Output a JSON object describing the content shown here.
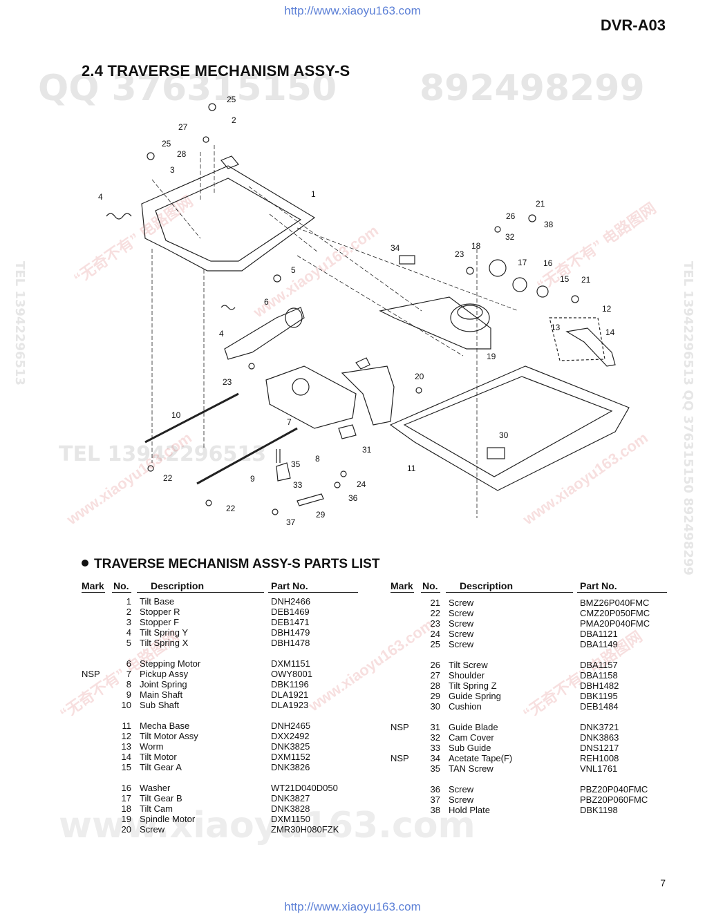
{
  "header": {
    "url_top": "http://www.xiaoyu163.com",
    "model": "DVR-A03",
    "section_title": "2.4 TRAVERSE MECHANISM ASSY-S"
  },
  "watermarks": {
    "qq": "QQ 376315150",
    "qq2": "892498299",
    "tel_mid": "TEL 13942296513",
    "site_big": "www.xiaoyu163.com",
    "side_right": "TEL 13942296513  QQ 376315150  892498299",
    "side_left": "TEL 13942296513",
    "red_tag": "“无奇不有” 电路图网",
    "red_site": "www.xiaoyu163.com"
  },
  "diagram": {
    "callouts": [
      "25",
      "2",
      "27",
      "25",
      "28",
      "3",
      "4",
      "1",
      "21",
      "26",
      "38",
      "32",
      "18",
      "34",
      "23",
      "17",
      "16",
      "15",
      "21",
      "5",
      "12",
      "13",
      "14",
      "6",
      "4",
      "19",
      "23",
      "20",
      "10",
      "7",
      "30",
      "35",
      "8",
      "31",
      "11",
      "22",
      "33",
      "24",
      "9",
      "36",
      "22",
      "29",
      "37"
    ]
  },
  "parts_list": {
    "title": "TRAVERSE MECHANISM ASSY-S PARTS LIST",
    "headers": {
      "mark": "Mark",
      "no": "No.",
      "desc": "Description",
      "part": "Part No."
    },
    "left_groups": [
      [
        {
          "mark": "",
          "no": "1",
          "desc": "Tilt Base",
          "part": "DNH2466"
        },
        {
          "mark": "",
          "no": "2",
          "desc": "Stopper R",
          "part": "DEB1469"
        },
        {
          "mark": "",
          "no": "3",
          "desc": "Stopper F",
          "part": "DEB1471"
        },
        {
          "mark": "",
          "no": "4",
          "desc": "Tilt Spring Y",
          "part": "DBH1479"
        },
        {
          "mark": "",
          "no": "5",
          "desc": "Tilt Spring X",
          "part": "DBH1478"
        }
      ],
      [
        {
          "mark": "",
          "no": "6",
          "desc": "Stepping Motor",
          "part": "DXM1151"
        },
        {
          "mark": "NSP",
          "no": "7",
          "desc": "Pickup Assy",
          "part": "OWY8001"
        },
        {
          "mark": "",
          "no": "8",
          "desc": "Joint Spring",
          "part": "DBK1196"
        },
        {
          "mark": "",
          "no": "9",
          "desc": "Main Shaft",
          "part": "DLA1921"
        },
        {
          "mark": "",
          "no": "10",
          "desc": "Sub Shaft",
          "part": "DLA1923"
        }
      ],
      [
        {
          "mark": "",
          "no": "11",
          "desc": "Mecha Base",
          "part": "DNH2465"
        },
        {
          "mark": "",
          "no": "12",
          "desc": "Tilt Motor Assy",
          "part": "DXX2492"
        },
        {
          "mark": "",
          "no": "13",
          "desc": "Worm",
          "part": "DNK3825"
        },
        {
          "mark": "",
          "no": "14",
          "desc": "Tilt Motor",
          "part": "DXM1152"
        },
        {
          "mark": "",
          "no": "15",
          "desc": "Tilt Gear A",
          "part": "DNK3826"
        }
      ],
      [
        {
          "mark": "",
          "no": "16",
          "desc": "Washer",
          "part": "WT21D040D050"
        },
        {
          "mark": "",
          "no": "17",
          "desc": "Tilt Gear B",
          "part": "DNK3827"
        },
        {
          "mark": "",
          "no": "18",
          "desc": "Tilt Cam",
          "part": "DNK3828"
        },
        {
          "mark": "",
          "no": "19",
          "desc": "Spindle Motor",
          "part": "DXM1150"
        },
        {
          "mark": "",
          "no": "20",
          "desc": "Screw",
          "part": "ZMR30H080FZK"
        }
      ]
    ],
    "right_groups": [
      [
        {
          "mark": "",
          "no": "21",
          "desc": "Screw",
          "part": "BMZ26P040FMC"
        },
        {
          "mark": "",
          "no": "22",
          "desc": "Screw",
          "part": "CMZ20P050FMC"
        },
        {
          "mark": "",
          "no": "23",
          "desc": "Screw",
          "part": "PMA20P040FMC"
        },
        {
          "mark": "",
          "no": "24",
          "desc": "Screw",
          "part": "DBA1121"
        },
        {
          "mark": "",
          "no": "25",
          "desc": "Screw",
          "part": "DBA1149"
        }
      ],
      [
        {
          "mark": "",
          "no": "26",
          "desc": "Tilt Screw",
          "part": "DBA1157"
        },
        {
          "mark": "",
          "no": "27",
          "desc": "Shoulder",
          "part": "DBA1158"
        },
        {
          "mark": "",
          "no": "28",
          "desc": "Tilt Spring Z",
          "part": "DBH1482"
        },
        {
          "mark": "",
          "no": "29",
          "desc": "Guide Spring",
          "part": "DBK1195"
        },
        {
          "mark": "",
          "no": "30",
          "desc": "Cushion",
          "part": "DEB1484"
        }
      ],
      [
        {
          "mark": "NSP",
          "no": "31",
          "desc": "Guide Blade",
          "part": "DNK3721"
        },
        {
          "mark": "",
          "no": "32",
          "desc": "Cam Cover",
          "part": "DNK3863"
        },
        {
          "mark": "",
          "no": "33",
          "desc": "Sub Guide",
          "part": "DNS1217"
        },
        {
          "mark": "NSP",
          "no": "34",
          "desc": "Acetate Tape(F)",
          "part": "REH1008"
        },
        {
          "mark": "",
          "no": "35",
          "desc": "TAN Screw",
          "part": "VNL1761"
        }
      ],
      [
        {
          "mark": "",
          "no": "36",
          "desc": "Screw",
          "part": "PBZ20P040FMC"
        },
        {
          "mark": "",
          "no": "37",
          "desc": "Screw",
          "part": "PBZ20P060FMC"
        },
        {
          "mark": "",
          "no": "38",
          "desc": "Hold Plate",
          "part": "DBK1198"
        }
      ]
    ]
  },
  "footer": {
    "page_number": "7",
    "url_bottom": "http://www.xiaoyu163.com"
  }
}
